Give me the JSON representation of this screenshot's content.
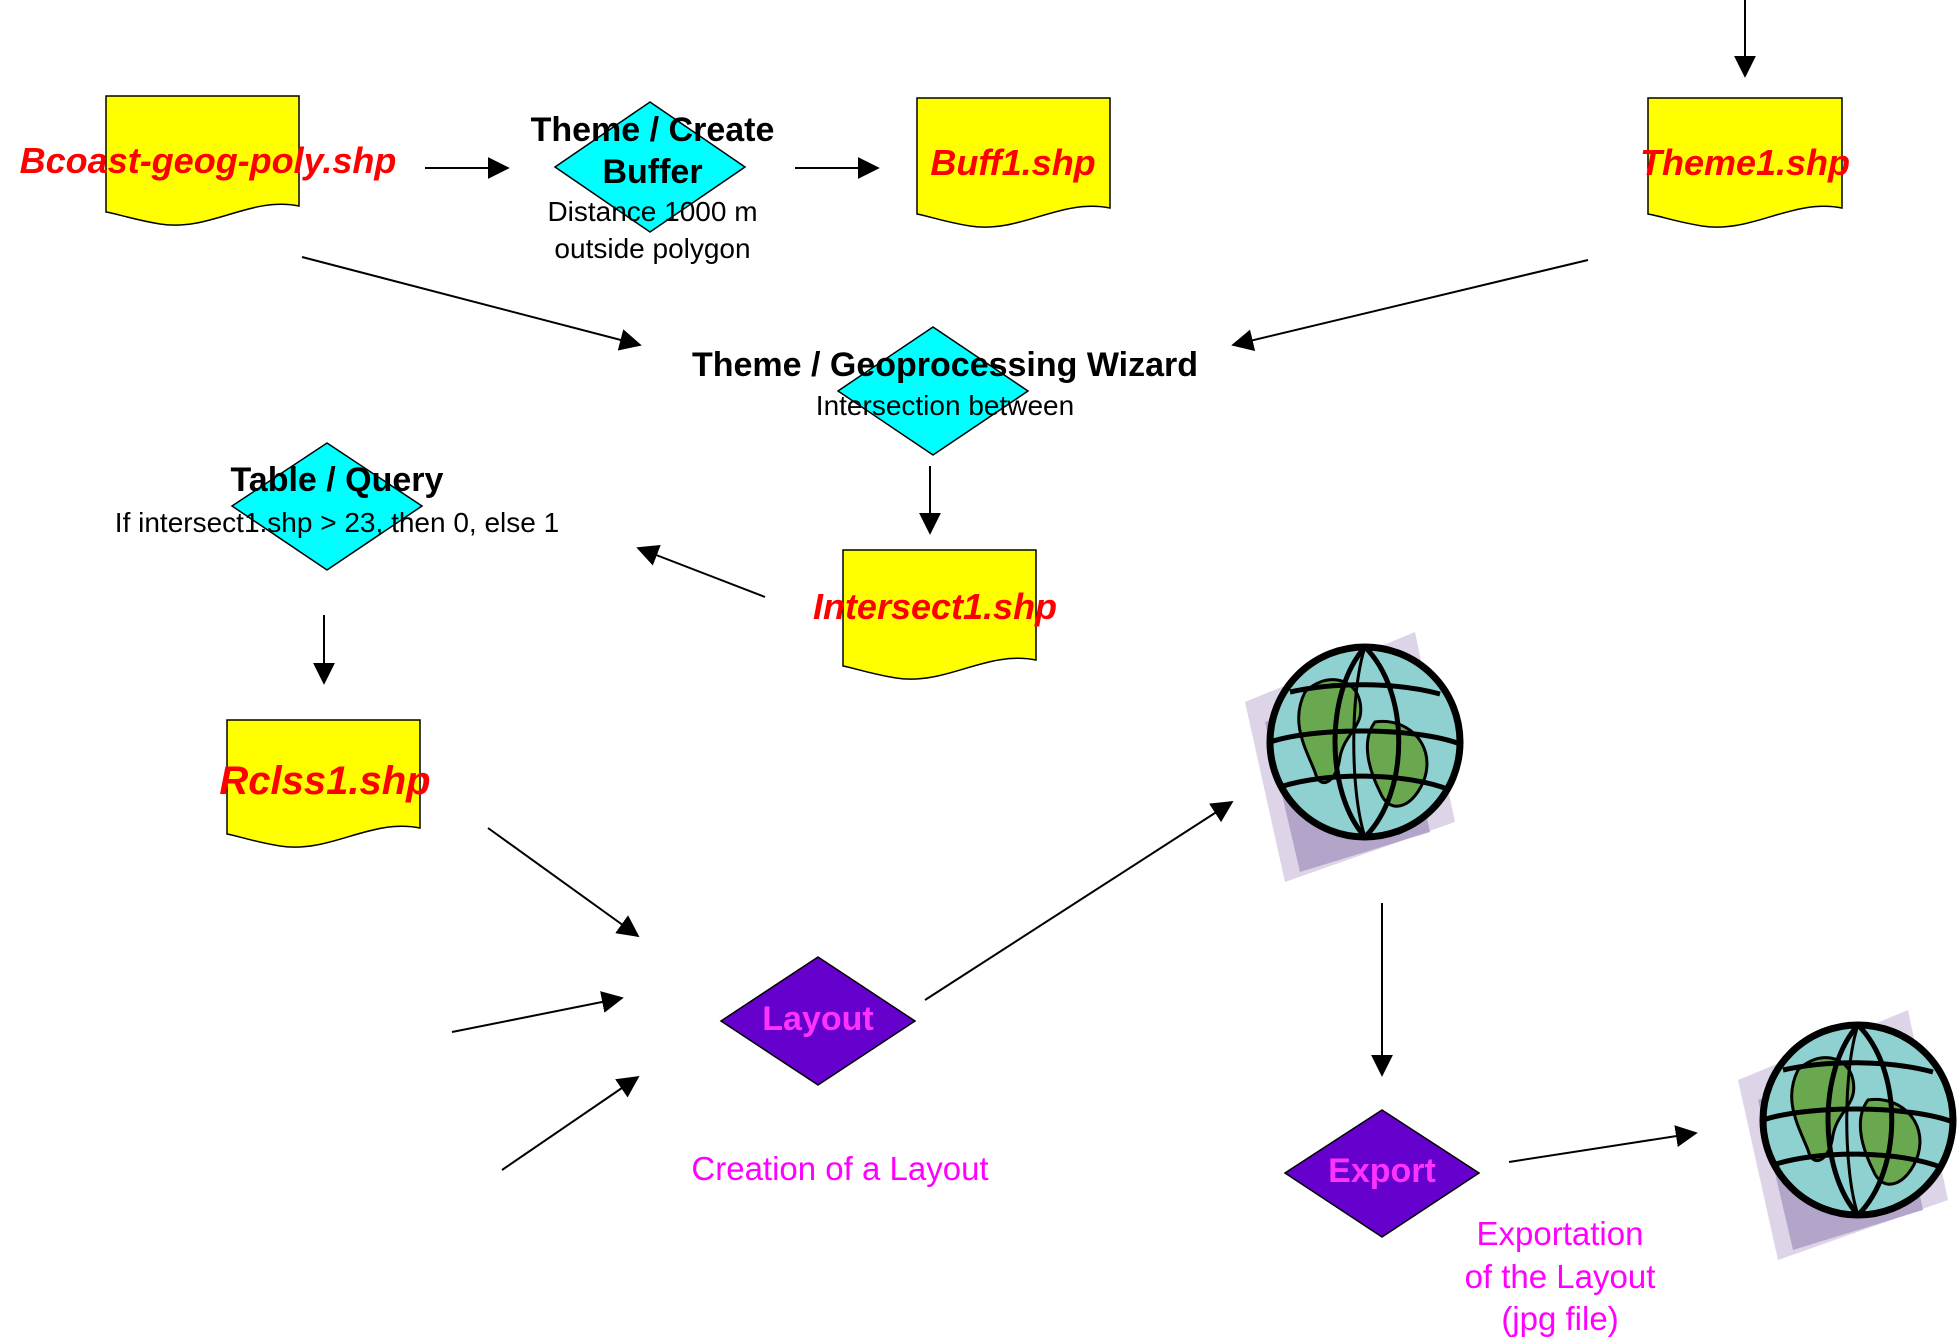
{
  "colors": {
    "file_fill": "#ffff00",
    "process_fill": "#00ffff",
    "output_fill": "#6600cc",
    "file_text": "#ff0000",
    "output_text": "#ff00ff"
  },
  "files": {
    "bcoast": "Bcoast-geog-poly.shp",
    "buff1": "Buff1.shp",
    "theme1": "Theme1.shp",
    "intersect1": "Intersect1.shp",
    "rclss1": "Rclss1.shp"
  },
  "processes": {
    "create_buffer": {
      "title": "Theme / Create Buffer",
      "desc_line1": "Distance 1000 m",
      "desc_line2": "outside polygon"
    },
    "geoprocessing": {
      "title": "Theme / Geoprocessing Wizard",
      "desc": "Intersection between"
    },
    "query": {
      "title": "Table / Query",
      "desc": "If intersect1.shp > 23, then 0, else 1"
    }
  },
  "outputs": {
    "layout": {
      "label": "Layout",
      "caption": "Creation of a Layout"
    },
    "export": {
      "label": "Export",
      "caption_line1": "Exportation",
      "caption_line2": "of the Layout",
      "caption_line3": "(jpg file)"
    }
  },
  "icons": {
    "globe_top": "globe-icon",
    "globe_bottom": "globe-icon"
  }
}
